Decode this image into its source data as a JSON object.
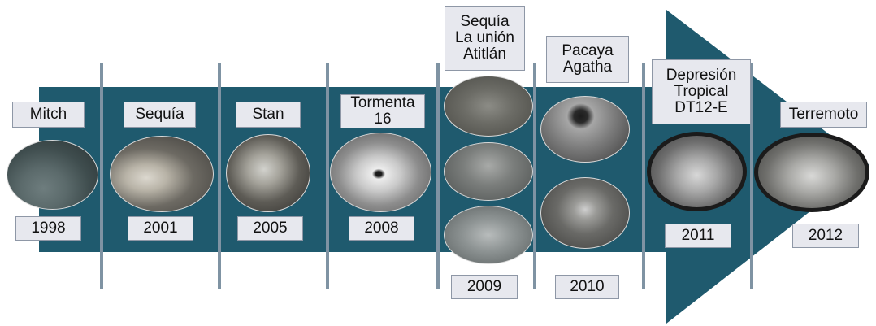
{
  "colors": {
    "arrow": "#1f5a6e",
    "divider": "#7f93a3",
    "label_bg": "#e7e8ee",
    "label_border": "#8e97a6"
  },
  "events": [
    {
      "name_lines": [
        "Mitch"
      ],
      "year": "1998",
      "photos": [
        "flooded-field"
      ]
    },
    {
      "name_lines": [
        "Sequía"
      ],
      "year": "2001",
      "photos": [
        "thin-cow"
      ]
    },
    {
      "name_lines": [
        "Stan"
      ],
      "year": "2005",
      "photos": [
        "person-with-maize"
      ]
    },
    {
      "name_lines": [
        "Tormenta",
        "16"
      ],
      "year": "2008",
      "photos": [
        "storm-satellite"
      ]
    },
    {
      "name_lines": [
        "Sequía",
        "La unión",
        "Atitlán"
      ],
      "year": "2009",
      "photos": [
        "dry-vegetation",
        "lake-shore",
        "lake-water"
      ]
    },
    {
      "name_lines": [
        "Pacaya",
        "Agatha"
      ],
      "year": "2010",
      "photos": [
        "volcanic-ash",
        "sinkhole-aerial"
      ]
    },
    {
      "name_lines": [
        "Depresión",
        "Tropical",
        "DT12-E"
      ],
      "year": "2011",
      "photos": [
        "cloud-satellite"
      ]
    },
    {
      "name_lines": [
        "Terremoto"
      ],
      "year": "2012",
      "photos": [
        "earthquake-rubble"
      ]
    }
  ]
}
